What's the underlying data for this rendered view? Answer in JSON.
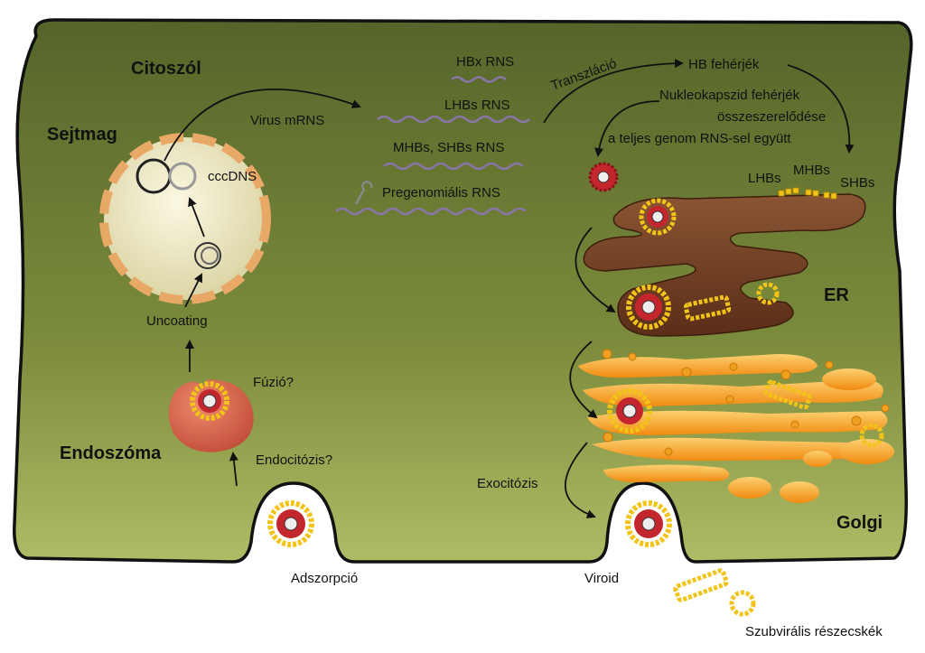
{
  "labels": {
    "cytosol": "Citoszól",
    "nucleus": "Sejtmag",
    "endosome": "Endoszóma",
    "er": "ER",
    "golgi": "Golgi",
    "virus_mrna": "Virus mRNS",
    "cccdna": "cccDNS",
    "uncoating": "Uncoating",
    "fusion": "Fúzió?",
    "endocytosis": "Endocitózis?",
    "adsorption": "Adszorpció",
    "hbx_rna": "HBx RNS",
    "lhbs_rna": "LHBs RNS",
    "mhbs_shbs_rna": "MHBs, SHBs RNS",
    "pregenomic_rna": "Pregenomiális RNS",
    "translation": "Transzláció",
    "hb_proteins": "HB fehérjék",
    "nucleocapsid_line1": "Nukleokapszid fehérjék",
    "nucleocapsid_line2": "összeszerelődése",
    "nucleocapsid_line3": "a teljes genom RNS-sel együtt",
    "lhbs": "LHBs",
    "mhbs": "MHBs",
    "shbs": "SHBs",
    "exocytosis": "Exocitózis",
    "virion": "Viroid",
    "subviral": "Szubvirális részecskék"
  },
  "colors": {
    "cytoplasm_top": "#5a6a2c",
    "cytoplasm_bottom": "#a9b55e",
    "nucleus_fill": "#f3efc8",
    "nucleus_rim": "#e8a866",
    "er": "#6b3b22",
    "golgi": "#f4a11c",
    "endosome": "#d9614a",
    "capsid_red": "#c4262e",
    "envelope_yellow": "#f2c418",
    "rna_purple": "#8a75a8"
  }
}
